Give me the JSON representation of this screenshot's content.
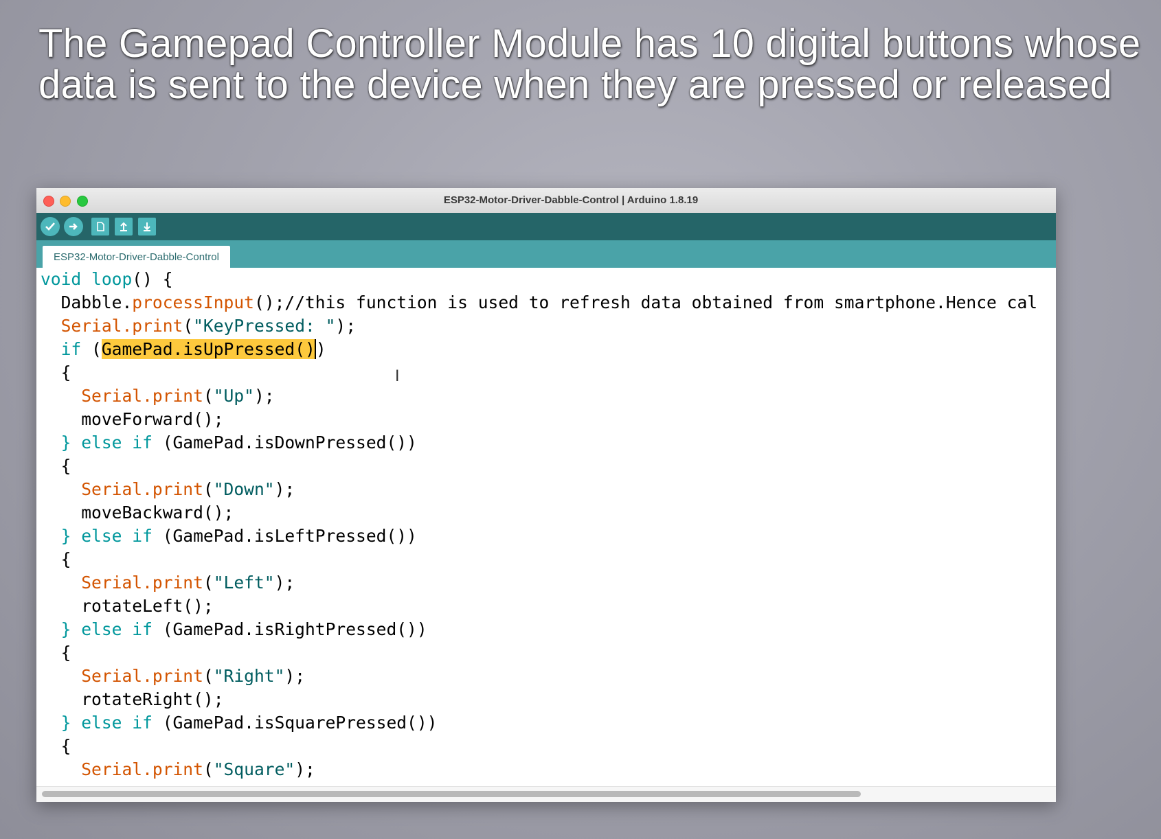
{
  "slide": {
    "title_line1": "The Gamepad Controller Module has 10 digital buttons whose",
    "title_line2": "data is sent to the device when they are pressed or released"
  },
  "window": {
    "title": "ESP32-Motor-Driver-Dabble-Control | Arduino 1.8.19",
    "toolbar": {
      "verify_icon": "check-icon",
      "upload_icon": "arrow-right-icon",
      "new_icon": "document-icon",
      "open_icon": "arrow-up-icon",
      "save_icon": "arrow-down-icon"
    },
    "tab_label": "ESP32-Motor-Driver-Dabble-Control"
  },
  "code": {
    "l1_kw": "void",
    "l1_fn": "loop",
    "l1_rest": "() {",
    "l2_obj": "Dabble.",
    "l2_fn": "processInput",
    "l2_rest": "();//this function is used to refresh data obtained from smartphone.Hence cal",
    "l3_fn": "Serial.print",
    "l3_p1": "(",
    "l3_str": "\"KeyPressed: \"",
    "l3_p2": ");",
    "l4_kw": "if",
    "l4_open": " (",
    "l4_hl": "GamePad.isUpPressed()",
    "l4_close": ")",
    "brace_open": "{",
    "up_fn": "Serial.print",
    "up_str": "\"Up\"",
    "up_call": "moveForward();",
    "else_kw": "} else if",
    "down_cond": " (GamePad.isDownPressed())",
    "down_str": "\"Down\"",
    "down_call": "moveBackward();",
    "left_cond": " (GamePad.isLeftPressed())",
    "left_str": "\"Left\"",
    "left_call": "rotateLeft();",
    "right_cond": " (GamePad.isRightPressed())",
    "right_str": "\"Right\"",
    "right_call": "rotateRight();",
    "square_cond": " (GamePad.isSquarePressed())",
    "square_str": "\"Square\"",
    "paren_open": "(",
    "paren_close": ");"
  },
  "colors": {
    "toolbar": "#256568",
    "tabbar": "#4aa3a8",
    "keyword": "#00979c",
    "function": "#d35400",
    "string": "#005c5f",
    "highlight": "#fdc93d"
  }
}
